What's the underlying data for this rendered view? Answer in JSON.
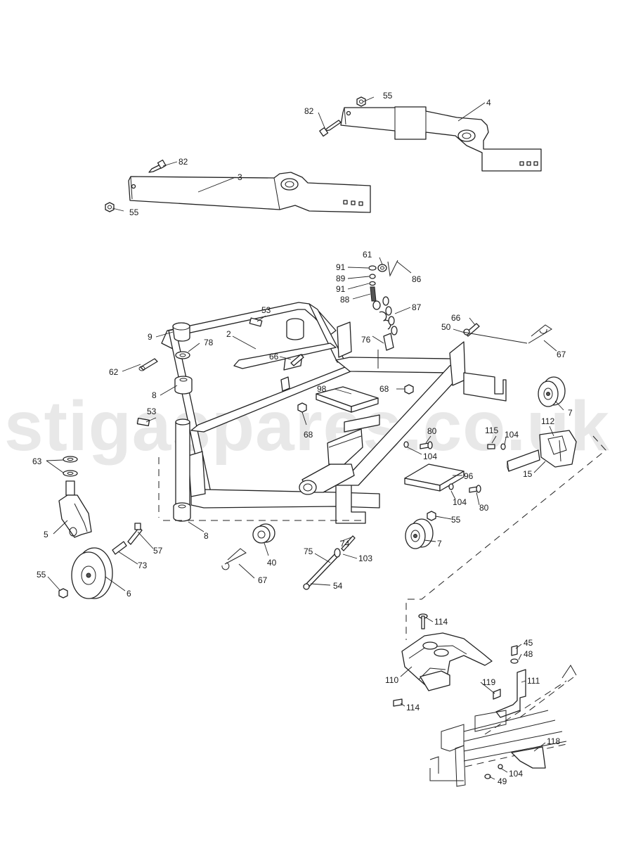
{
  "watermark": "stigaspares.co.uk",
  "labels": {
    "l55a": "55",
    "l82a": "82",
    "l4": "4",
    "l82b": "82",
    "l3": "3",
    "l55b": "55",
    "l61": "61",
    "l91a": "91",
    "l89": "89",
    "l86": "86",
    "l91b": "91",
    "l88": "88",
    "l53a": "53",
    "l87": "87",
    "l66a": "66",
    "l50": "50",
    "l2": "2",
    "l9": "9",
    "l78": "78",
    "l76": "76",
    "l67a": "67",
    "l66b": "66",
    "l62": "62",
    "l8a": "8",
    "l98": "98",
    "l68a": "68",
    "l7a": "7",
    "l53b": "53",
    "l68b": "68",
    "l80a": "80",
    "l115": "115",
    "l104a": "104",
    "l112": "112",
    "l63": "63",
    "l104b": "104",
    "l15": "15",
    "l96": "96",
    "l5": "5",
    "l8b": "8",
    "l104c": "104",
    "l80b": "80",
    "l55c": "55",
    "l57": "57",
    "l74": "74",
    "l7b": "7",
    "l73": "73",
    "l40": "40",
    "l75": "75",
    "l103": "103",
    "l55d": "55",
    "l6": "6",
    "l67b": "67",
    "l54": "54",
    "l114a": "114",
    "l45": "45",
    "l48": "48",
    "l110": "110",
    "l119": "119",
    "l111": "111",
    "l114b": "114",
    "l118": "118",
    "l104d": "104",
    "l49": "49"
  }
}
